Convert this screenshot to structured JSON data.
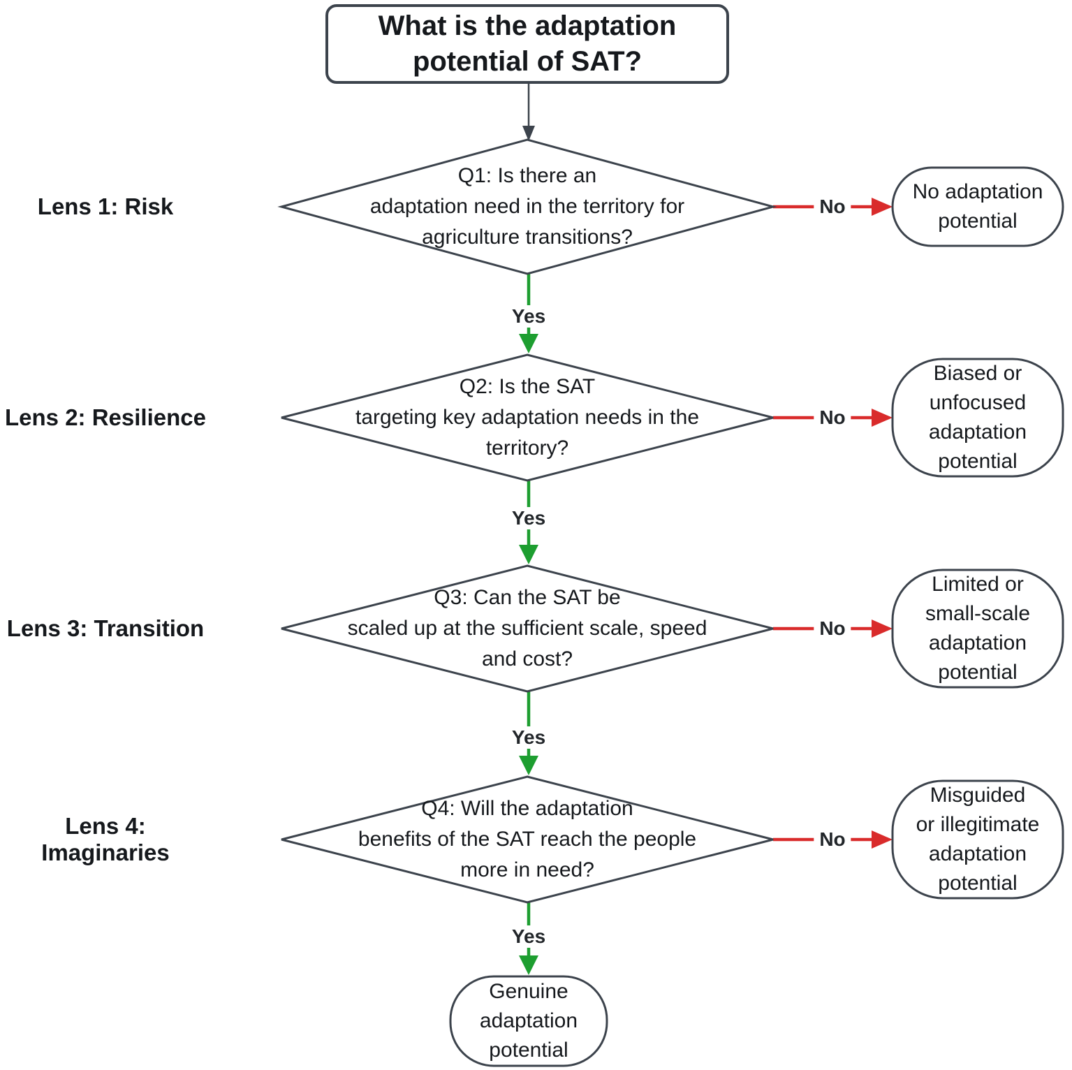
{
  "title": "What is the adaptation\npotential of SAT?",
  "lenses": [
    {
      "label": "Lens 1: Risk"
    },
    {
      "label": "Lens 2: Resilience"
    },
    {
      "label": "Lens 3: Transition"
    },
    {
      "label": "Lens 4: Imaginaries"
    }
  ],
  "questions": [
    {
      "id": "Q1",
      "text": "Q1: Is there an\nadaptation need in the territory for\nagriculture transitions?"
    },
    {
      "id": "Q2",
      "text": "Q2: Is the SAT\ntargeting key adaptation needs in the\nterritory?"
    },
    {
      "id": "Q3",
      "text": "Q3: Can the SAT be\nscaled up at the sufficient scale, speed\nand cost?"
    },
    {
      "id": "Q4",
      "text": "Q4: Will the adaptation\nbenefits of the SAT reach the people\nmore in need?"
    }
  ],
  "no_outcomes": [
    {
      "text": "No adaptation\npotential"
    },
    {
      "text": "Biased or\nunfocused\nadaptation\npotential"
    },
    {
      "text": "Limited or\nsmall-scale\nadaptation\npotential"
    },
    {
      "text": "Misguided\nor illegitimate\nadaptation\npotential"
    }
  ],
  "final_outcome": {
    "text": "Genuine\nadaptation\npotential"
  },
  "edge_labels": {
    "yes": "Yes",
    "no": "No"
  },
  "colors": {
    "yes_green": "#1d9e30",
    "no_red": "#d92b2b",
    "line_dark": "#3c434c",
    "text": "#15181c"
  }
}
